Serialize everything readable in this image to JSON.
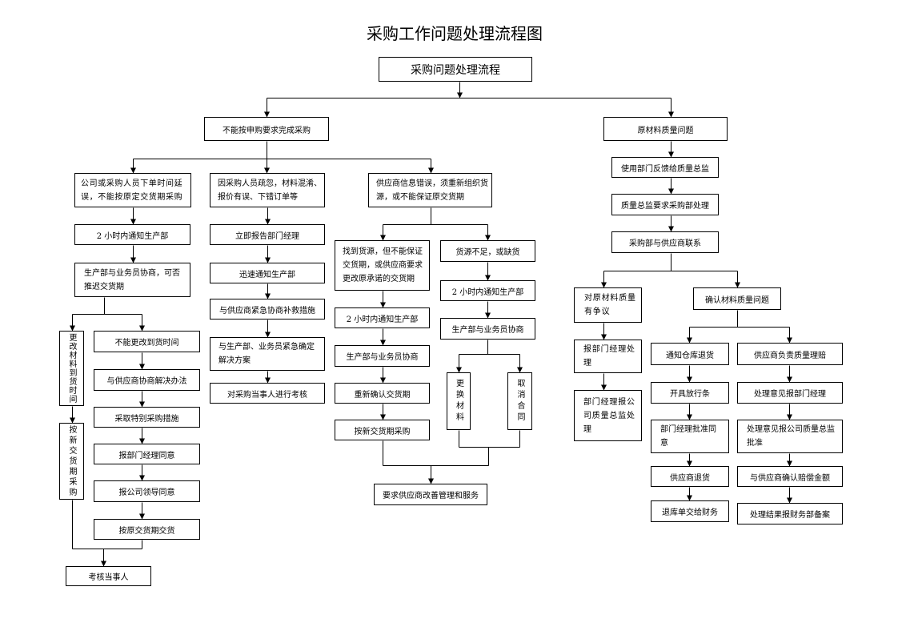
{
  "title": "采购工作问题处理流程图",
  "nodes": {
    "root": {
      "text": "采购问题处理流程"
    },
    "unable_to_complete": {
      "text": "不能按申购要求完成采购"
    },
    "material_quality": {
      "text": "原材料质量问题"
    },
    "order_delay": {
      "lines": [
        "公司或采购人员下单时间延",
        "误，不能按原定交货期采购"
      ]
    },
    "order_delay_notify": {
      "text": "2 小时内通知生产部"
    },
    "order_delay_negotiate": {
      "lines": [
        "生产部与业务员协商，可否",
        "推迟交货期"
      ]
    },
    "change_arrival_time": {
      "text": "更改材料到货时间"
    },
    "purchase_new_date": {
      "text": "按新交货期采购"
    },
    "cannot_change_arrival": {
      "text": "不能更改到货时间"
    },
    "negotiate_supplier_solution": {
      "text": "与供应商协商解决办法"
    },
    "special_measures": {
      "text": "采取特别采购措施"
    },
    "dept_manager_approve": {
      "text": "报部门经理同意"
    },
    "company_leader_approve": {
      "text": "报公司领导同意"
    },
    "deliver_original_date": {
      "text": "按原交货期交货"
    },
    "assess_person": {
      "text": "考核当事人"
    },
    "negligence": {
      "lines": [
        "因采购人员疏忽，材料混淆、",
        "报价有误、下错订单等"
      ]
    },
    "report_dept_manager": {
      "text": "立即报告部门经理"
    },
    "notify_production_quick": {
      "text": "迅速通知生产部"
    },
    "urgent_remedy": {
      "text": "与供应商紧急协商补救措施"
    },
    "urgent_solution": {
      "lines": [
        "与生产部、业务员紧急确定",
        "解决方案"
      ]
    },
    "assess_buyer": {
      "text": "对采购当事人进行考核"
    },
    "supplier_info_error": {
      "lines": [
        "供应商信息错误，须重新组织货",
        "源，或不能保证原交货期"
      ]
    },
    "source_found": {
      "lines": [
        "找到货源，但不能保证",
        "交货期，或供应商要求",
        "更改原承诺的交货期"
      ]
    },
    "source_found_notify": {
      "text": "2 小时内通知生产部"
    },
    "source_found_negotiate": {
      "text": "生产部与业务员协商"
    },
    "reconfirm_date": {
      "text": "重新确认交货期"
    },
    "source_found_purchase": {
      "text": "按新交货期采购"
    },
    "shortage": {
      "text": "货源不足，或缺货"
    },
    "shortage_notify": {
      "text": "2 小时内通知生产部"
    },
    "shortage_negotiate": {
      "text": "生产部与业务员协商"
    },
    "replace_material": {
      "text": "更换材料"
    },
    "cancel_contract": {
      "text": "取消合同"
    },
    "supplier_improve": {
      "text": "要求供应商改善管理和服务"
    },
    "feedback_quality_director": {
      "text": "使用部门反馈给质量总监"
    },
    "director_request_purchasing": {
      "text": "质量总监要求采购部处理"
    },
    "contact_supplier": {
      "text": "采购部与供应商联系"
    },
    "quality_dispute": {
      "lines": [
        "对原材料质量",
        "有争议"
      ]
    },
    "dispute_report_manager": {
      "lines": [
        "报部门经理处",
        "理"
      ]
    },
    "dispute_report_director": {
      "lines": [
        "部门经理报公",
        "司质量总监处",
        "理"
      ]
    },
    "confirm_quality_issue": {
      "text": "确认材料质量问题"
    },
    "notify_warehouse_return": {
      "text": "通知仓库退货"
    },
    "issue_release_note": {
      "text": "开具放行条"
    },
    "manager_approve_return": {
      "lines": [
        "部门经理批准同",
        "意"
      ]
    },
    "supplier_return": {
      "text": "供应商退货"
    },
    "return_slip_finance": {
      "text": "退库单交给财务"
    },
    "supplier_claim": {
      "text": "供应商负责质量理赔"
    },
    "claim_report_manager": {
      "text": "处理意见报部门经理"
    },
    "claim_report_director": {
      "lines": [
        "处理意见报公司质量总监",
        "批准"
      ]
    },
    "confirm_compensation": {
      "text": "与供应商确认赔偿金额"
    },
    "result_finance_record": {
      "text": "处理结果报财务部备案"
    }
  }
}
